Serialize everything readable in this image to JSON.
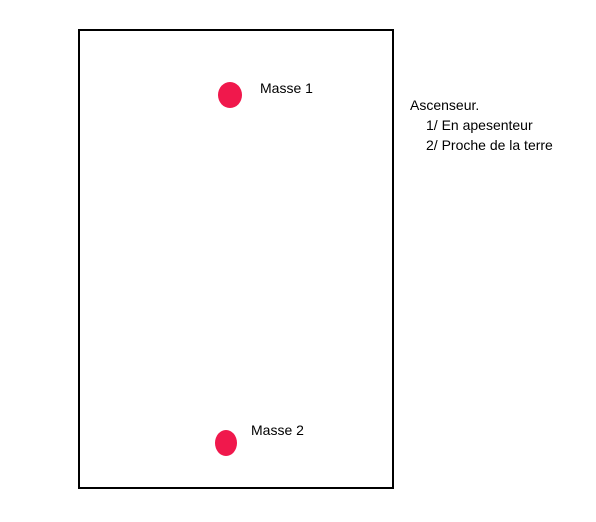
{
  "diagram": {
    "masses": [
      {
        "label": "Masse 1"
      },
      {
        "label": "Masse 2"
      }
    ],
    "mass_color": "#f0184c",
    "frame_color": "#000000"
  },
  "legend": {
    "title": "Ascenseur.",
    "items": [
      "1/ En apesenteur",
      "2/ Proche de la terre"
    ]
  }
}
